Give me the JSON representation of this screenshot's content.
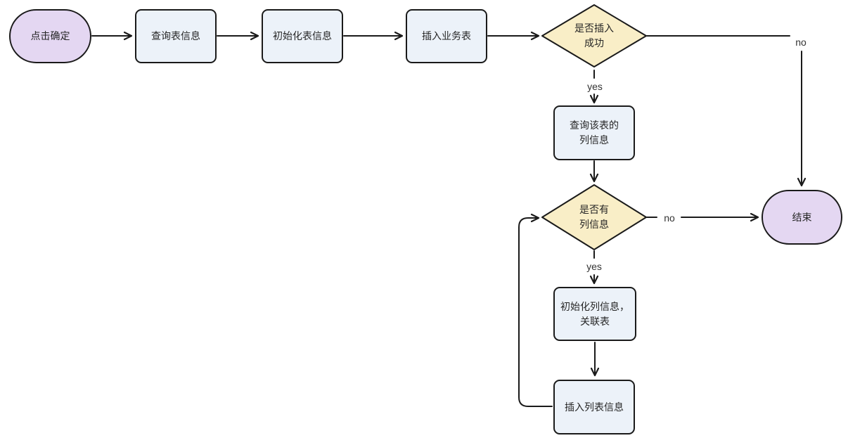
{
  "colors": {
    "canvas_bg": "#FFFFFF",
    "process_fill": "#ECF2F9",
    "decision_fill": "#F9EEC7",
    "terminal_fill": "#E4D7F2",
    "border": "#1A1A1A",
    "edge": "#1A1A1A",
    "node_text": "#262626",
    "edge_label_text": "#333333"
  },
  "diagram_type": "flowchart",
  "nodes": {
    "start": {
      "label": "点击确定",
      "type": "terminal"
    },
    "query_table": {
      "label": "查询表信息",
      "type": "process"
    },
    "init_table": {
      "label": "初始化表信息",
      "type": "process"
    },
    "insert_business_table": {
      "label": "插入业务表",
      "type": "process"
    },
    "insert_success": {
      "label": "是否插入\n成功",
      "type": "decision"
    },
    "query_columns": {
      "label": "查询该表的\n列信息",
      "type": "process"
    },
    "has_columns": {
      "label": "是否有\n列信息",
      "type": "decision"
    },
    "end": {
      "label": "结束",
      "type": "terminal"
    },
    "init_columns": {
      "label": "初始化列信息，\n关联表",
      "type": "process"
    },
    "insert_column_list": {
      "label": "插入列表信息",
      "type": "process"
    }
  },
  "edge_labels": {
    "insert_success_yes": "yes",
    "insert_success_no": "no",
    "has_columns_yes": "yes",
    "has_columns_no": "no"
  }
}
